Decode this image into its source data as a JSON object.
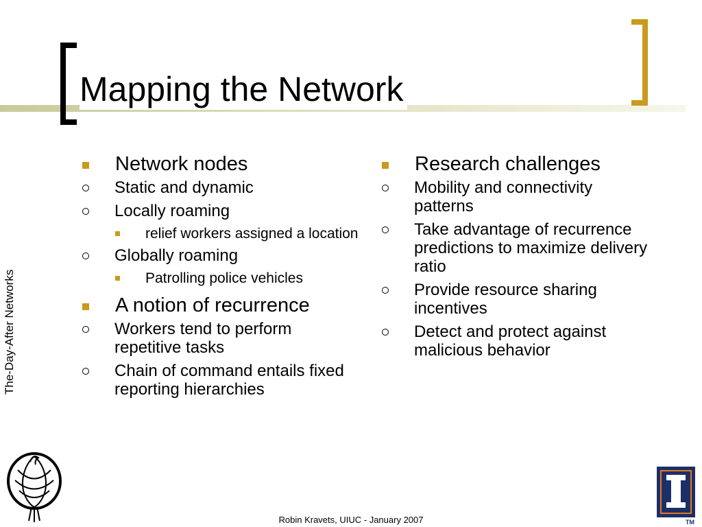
{
  "slide": {
    "title": "Mapping the Network",
    "side_label": "The-Day-After Networks",
    "footer": "Robin Kravets, UIUC - January 2007",
    "accent_color": "#c89a1e",
    "logos": {
      "left": "phoenix-logo-icon",
      "right": "illinois-logo-icon",
      "right_text": "TM"
    }
  },
  "left_column": {
    "b1": "Network nodes",
    "b1_1": "Static and dynamic",
    "b1_2": "Locally roaming",
    "b1_2_1": "relief workers assigned a location",
    "b1_3": "Globally roaming",
    "b1_3_1": "Patrolling police vehicles",
    "b2": "A notion of recurrence",
    "b2_1": "Workers tend to perform repetitive tasks",
    "b2_2": "Chain of command entails fixed reporting hierarchies"
  },
  "right_column": {
    "b1": "Research challenges",
    "b1_1": "Mobility and connectivity patterns",
    "b1_2": "Take advantage of recurrence predictions to maximize delivery ratio",
    "b1_3": "Provide resource sharing incentives",
    "b1_4": "Detect and protect against malicious behavior"
  }
}
